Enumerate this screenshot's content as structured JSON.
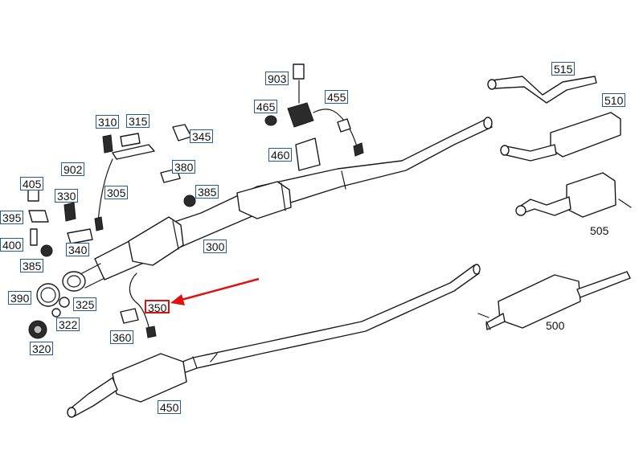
{
  "highlight_color": "#e01010",
  "callout_border_color": "#1f5f96",
  "callouts": {
    "c903": "903",
    "c515": "515",
    "c465": "465",
    "c455": "455",
    "c510": "510",
    "c310": "310",
    "c315": "315",
    "c345": "345",
    "c460": "460",
    "c902": "902",
    "c380": "380",
    "c385a": "385",
    "c305": "305",
    "c405": "405",
    "c330": "330",
    "c395": "395",
    "c300": "300",
    "c400": "400",
    "c340": "340",
    "c385b": "385",
    "c350": "350",
    "c390": "390",
    "c325": "325",
    "c322": "322",
    "c360": "360",
    "c320": "320",
    "c450": "450"
  },
  "labels": {
    "l505": "505",
    "l500": "500"
  }
}
